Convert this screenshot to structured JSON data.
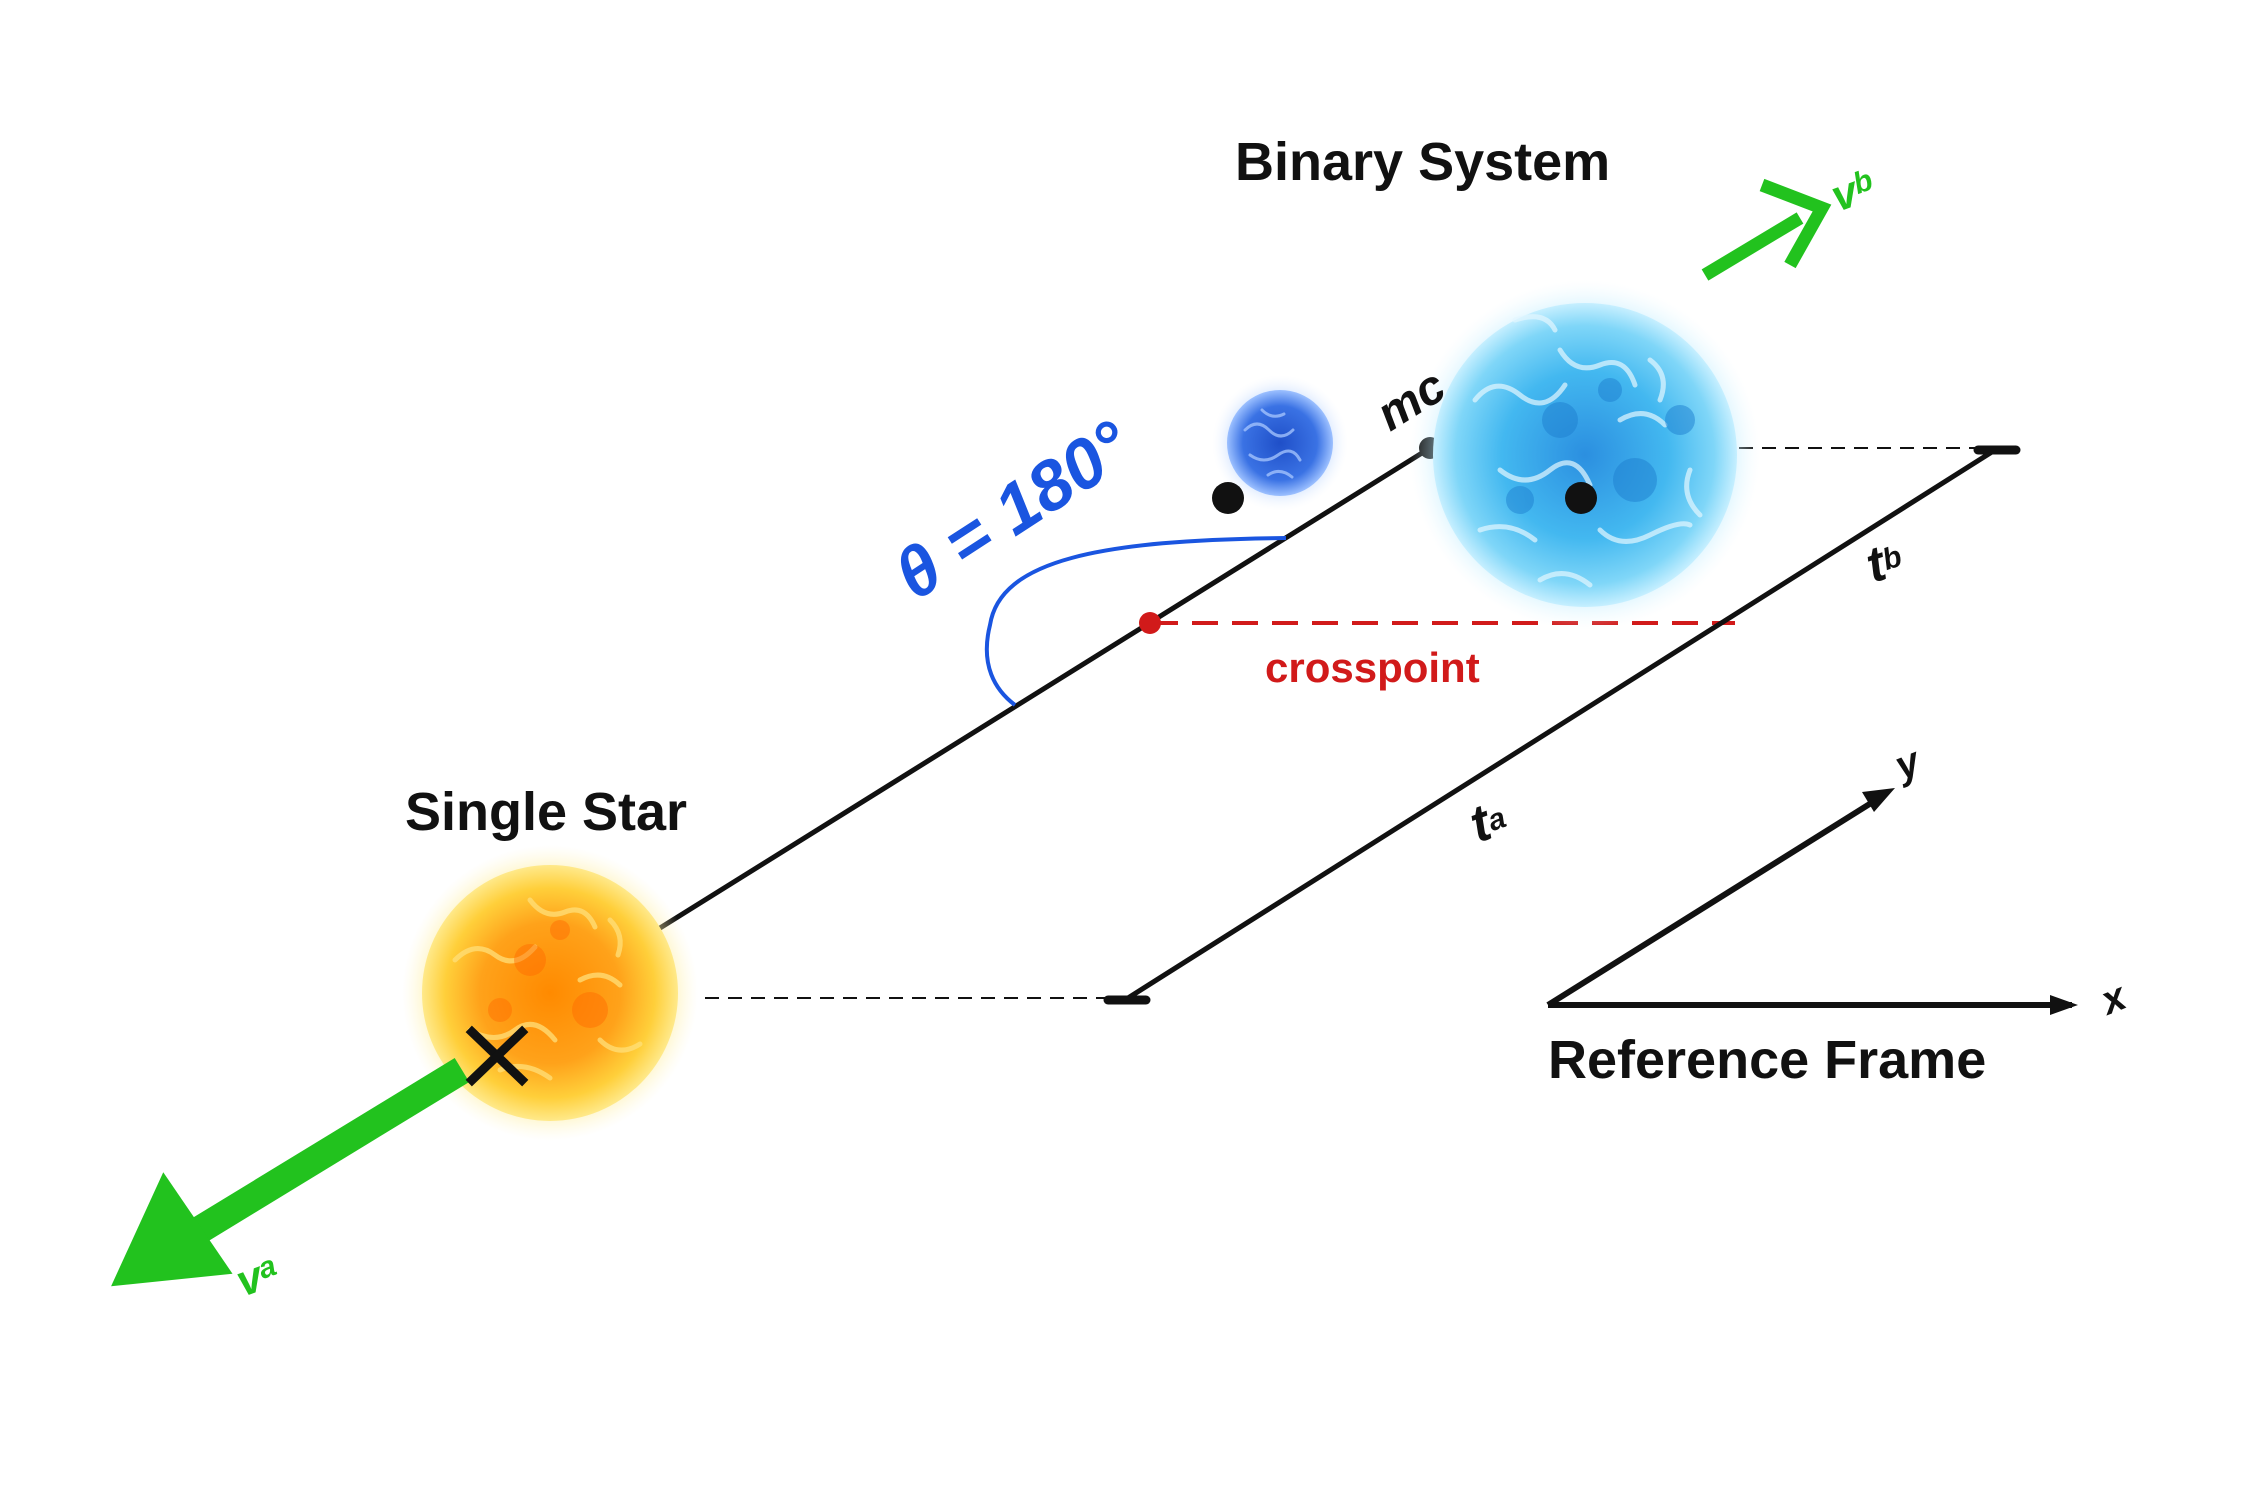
{
  "labels": {
    "binary_system": "Binary System",
    "single_star": "Single Star",
    "reference_frame": "Reference Frame",
    "crosspoint": "crosspoint",
    "theta": "θ = 180°",
    "mc": "mc",
    "t_a_base": "t",
    "t_a_sub": "a",
    "t_b_base": "t",
    "t_b_sub": "b",
    "v_a_base": "v",
    "v_a_sub": "a",
    "v_b_base": "v",
    "v_b_sub": "b",
    "axis_x": "x",
    "axis_y": "y"
  },
  "colors": {
    "velocity_arrow": "#22c21e",
    "theta_arc": "#1a55e0",
    "crosspoint": "#d11a1a",
    "lines": "#111111",
    "single_star_core": "#ff7a00",
    "single_star_glow": "#ffd84a",
    "companion_star": "#2d5fd8",
    "primary_star": "#35b6f0"
  },
  "icons": {
    "single_star": "x-mark-icon",
    "binary_primary": "center-dot-icon",
    "binary_secondary": "center-dot-icon"
  }
}
